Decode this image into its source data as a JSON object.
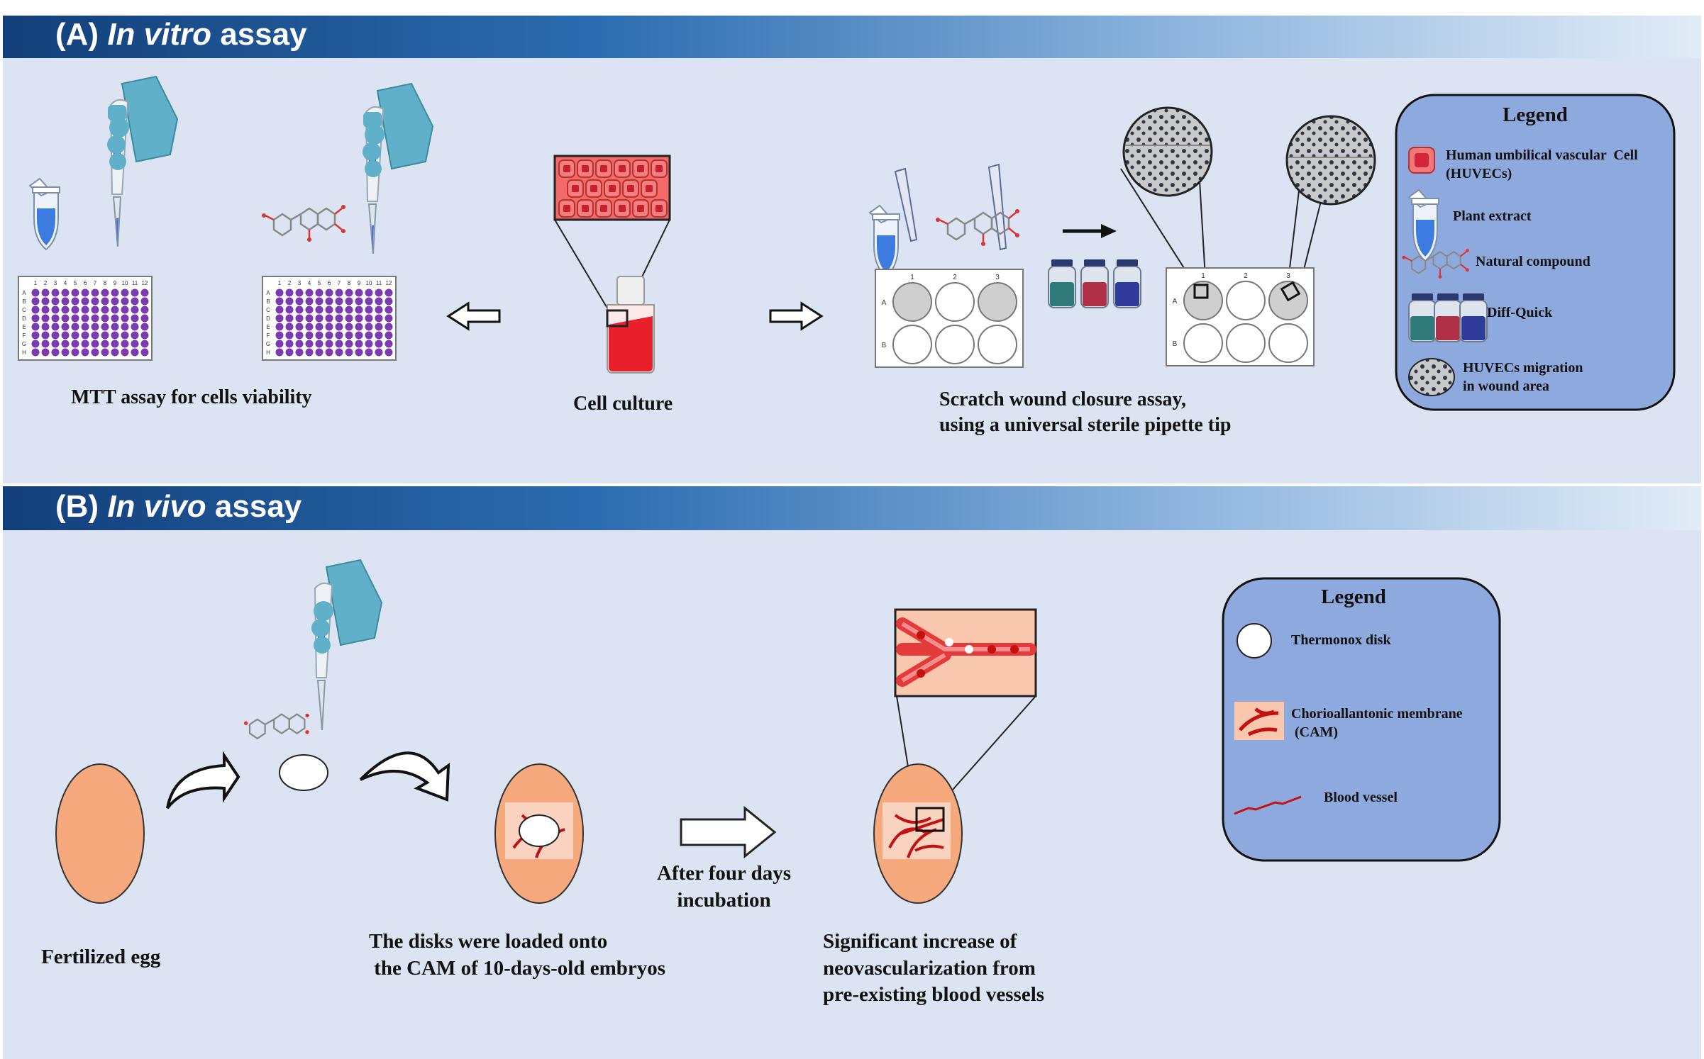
{
  "colors": {
    "panel_bg": "#dce4f3",
    "header_dark": "#1d4f8f",
    "header_light": "#d8e6f5",
    "legend_bg": "#8ea9dd",
    "plate_well": "#7a3bb0",
    "cell_red": "#e06060",
    "egg": "#f4a87a",
    "vessel": "#cc1010"
  },
  "section_a": {
    "title_prefix": "(A) ",
    "title_italic": "In vitro",
    "title_suffix": " assay",
    "mtt_label": "MTT assay for cells viability",
    "cell_culture_label": "Cell culture",
    "scratch_label": "Scratch wound closure assay,\nusing a universal sterile pipette tip",
    "plate_cols": [
      "1",
      "2",
      "3",
      "4",
      "5",
      "6",
      "7",
      "8",
      "9",
      "10",
      "11",
      "12"
    ],
    "plate_rows": [
      "A",
      "B",
      "C",
      "D",
      "E",
      "F",
      "G",
      "H"
    ],
    "six_well_cols": [
      "1",
      "2",
      "3"
    ],
    "six_well_rows": [
      "A",
      "B"
    ],
    "legend": {
      "title": "Legend",
      "items": [
        {
          "icon": "huvec-cell-icon",
          "label": "Human umbilical vascular  Cell\n(HUVECs)"
        },
        {
          "icon": "plant-extract-tube-icon",
          "label": "Plant extract"
        },
        {
          "icon": "natural-compound-molecule-icon",
          "label": "Natural compound"
        },
        {
          "icon": "diff-quick-bottles-icon",
          "label": "Diff-Quick"
        },
        {
          "icon": "huvec-migration-icon",
          "label": "HUVECs migration\nin wound area"
        }
      ]
    }
  },
  "section_b": {
    "title_prefix": "(B) ",
    "title_italic": "In vivo",
    "title_suffix": " assay",
    "fertilized_label": "Fertilized egg",
    "disks_label": "The disks were loaded onto\n the CAM of 10-days-old embryos",
    "incubation_label": "After four days\nincubation",
    "result_label": "Significant increase of\nneovascularization from\npre-existing blood vessels",
    "legend": {
      "title": "Legend",
      "items": [
        {
          "icon": "thermonox-disk-icon",
          "label": "Thermonox disk"
        },
        {
          "icon": "cam-membrane-icon",
          "label": "Chorioallantonic membrane\n (CAM)"
        },
        {
          "icon": "blood-vessel-icon",
          "label": "Blood vessel"
        }
      ]
    }
  }
}
